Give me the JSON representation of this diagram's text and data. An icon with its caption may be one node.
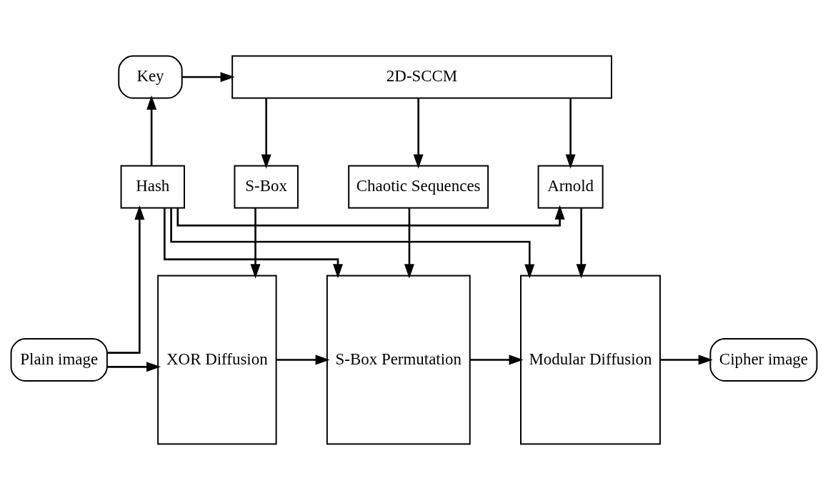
{
  "diagram": {
    "nodes": [
      {
        "text": [
          "Key"
        ]
      },
      {
        "text": [
          "2D-SCCM"
        ]
      },
      {
        "text": [
          "Hash"
        ]
      },
      {
        "text": [
          "Arnold"
        ]
      },
      {
        "text": [
          "Chaotic Sequences"
        ]
      },
      {
        "text": [
          "S-Box"
        ]
      },
      {
        "text": [
          "Plain image"
        ]
      },
      {
        "text": [
          "XOR Diffusion"
        ]
      },
      {
        "text": [
          "S-Box Permutation"
        ]
      },
      {
        "text": [
          "Modular Diffusion"
        ]
      },
      {
        "text": [
          "Cipher image"
        ]
      }
    ],
    "edges": [
      {
        "from": 0,
        "to": 1,
        "arrow": "to"
      },
      {
        "from": 2,
        "to": 0,
        "arrow": "to"
      },
      {
        "from": 6,
        "to": 2,
        "arrow": "to"
      },
      {
        "from": 1,
        "to": 3,
        "arrow": "to"
      },
      {
        "from": 1,
        "to": 4,
        "arrow": "to"
      },
      {
        "from": 1,
        "to": 5,
        "arrow": "to"
      },
      {
        "from": 2,
        "to": 3,
        "arrow": "to"
      },
      {
        "from": 5,
        "to": 7,
        "arrow": "to"
      },
      {
        "from": 3,
        "to": 9,
        "arrow": "to"
      },
      {
        "from": 4,
        "to": 8,
        "arrow": "to"
      },
      {
        "from": 6,
        "to": 7,
        "arrow": "to"
      },
      {
        "from": 7,
        "to": 8,
        "arrow": "to"
      },
      {
        "from": 8,
        "to": 9,
        "arrow": "to"
      },
      {
        "from": 9,
        "to": 10,
        "arrow": "to"
      },
      {
        "from": 2,
        "to": 8,
        "arrow": "to"
      },
      {
        "from": 2,
        "to": 9,
        "arrow": "to"
      }
    ]
  }
}
